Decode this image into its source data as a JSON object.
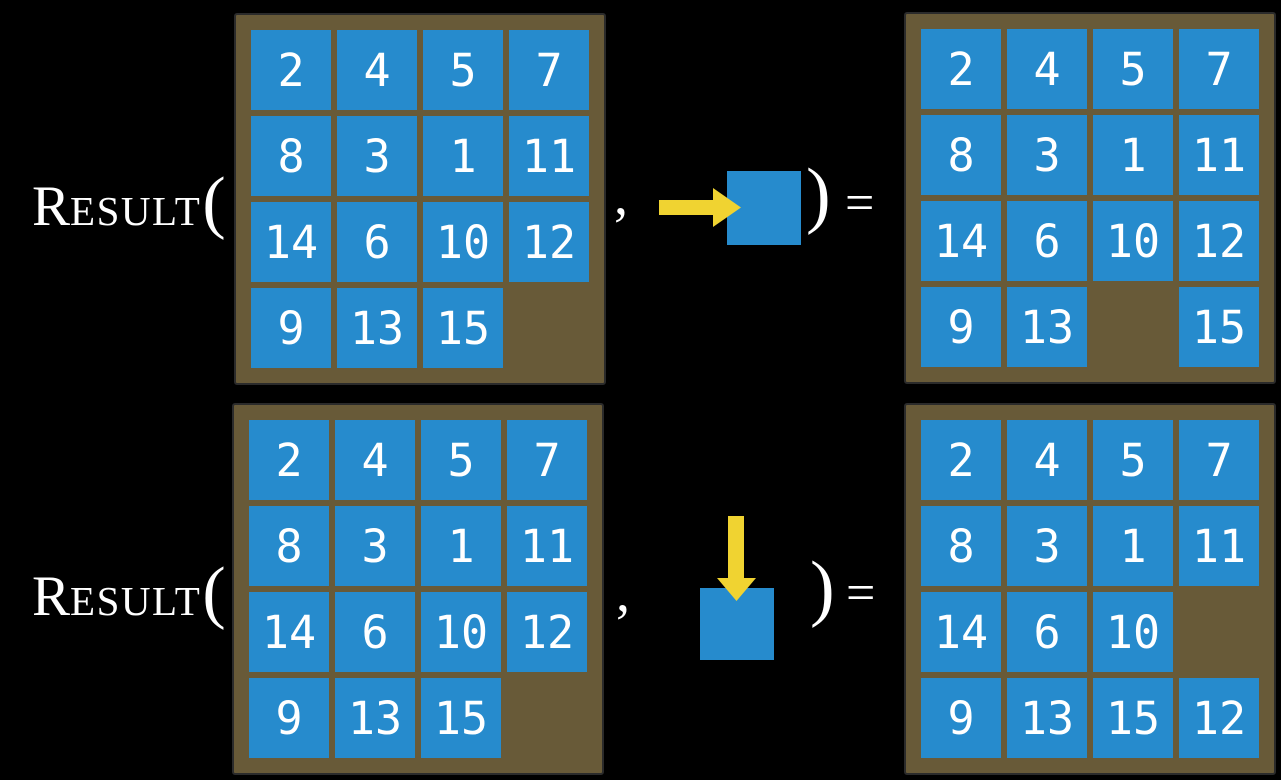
{
  "colors": {
    "background": "#000000",
    "board": "#685a38",
    "board_border": "#2b2b2b",
    "tile": "#268bcd",
    "tile_text": "#ffffff",
    "arrow": "#f0d331",
    "formula_text": "#ffffff"
  },
  "figure": {
    "rows": [
      {
        "function_name_initial": "R",
        "function_name_rest": "ESULT",
        "open_paren": "(",
        "comma": ",",
        "close_paren": ")",
        "equals_sign": "=",
        "move": {
          "direction": "right",
          "description": "slide tile right into blank"
        },
        "input_board": {
          "grid": [
            [
              "2",
              "4",
              "5",
              "7"
            ],
            [
              "8",
              "3",
              "1",
              "11"
            ],
            [
              "14",
              "6",
              "10",
              "12"
            ],
            [
              "9",
              "13",
              "15",
              ""
            ]
          ]
        },
        "output_board": {
          "grid": [
            [
              "2",
              "4",
              "5",
              "7"
            ],
            [
              "8",
              "3",
              "1",
              "11"
            ],
            [
              "14",
              "6",
              "10",
              "12"
            ],
            [
              "9",
              "13",
              "",
              "15"
            ]
          ]
        }
      },
      {
        "function_name_initial": "R",
        "function_name_rest": "ESULT",
        "open_paren": "(",
        "comma": ",",
        "close_paren": ")",
        "equals_sign": "=",
        "move": {
          "direction": "down",
          "description": "slide tile down into blank"
        },
        "input_board": {
          "grid": [
            [
              "2",
              "4",
              "5",
              "7"
            ],
            [
              "8",
              "3",
              "1",
              "11"
            ],
            [
              "14",
              "6",
              "10",
              "12"
            ],
            [
              "9",
              "13",
              "15",
              ""
            ]
          ]
        },
        "output_board": {
          "grid": [
            [
              "2",
              "4",
              "5",
              "7"
            ],
            [
              "8",
              "3",
              "1",
              "11"
            ],
            [
              "14",
              "6",
              "10",
              ""
            ],
            [
              "9",
              "13",
              "15",
              "12"
            ]
          ]
        }
      }
    ]
  }
}
